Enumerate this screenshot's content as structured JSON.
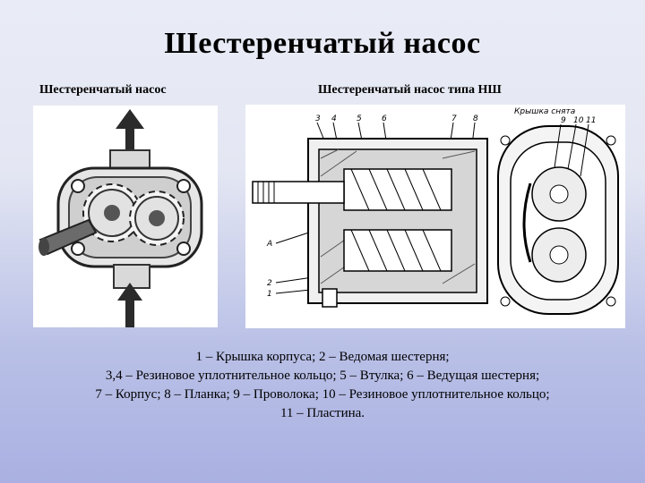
{
  "slide": {
    "title": "Шестеренчатый насос"
  },
  "figures": {
    "left_caption": "Шестеренчатый насос",
    "right_caption": "Шестеренчатый насос типа НШ",
    "callouts": [
      "3",
      "4",
      "5",
      "6",
      "7",
      "8",
      "А",
      "2",
      "1"
    ],
    "cover_callout": "Крышка снята",
    "cover_numbers": [
      "9",
      "10",
      "11"
    ]
  },
  "legend": {
    "line1": "1 – Крышка корпуса; 2 – Ведомая шестерня;",
    "line2": "3,4 – Резиновое уплотнительное кольцо; 5 – Втулка; 6 – Ведущая шестерня;",
    "line3": "7 – Корпус; 8 – Планка; 9 – Проволока; 10 – Резиновое уплотнительное кольцо;",
    "line4": "11 – Пластина."
  }
}
